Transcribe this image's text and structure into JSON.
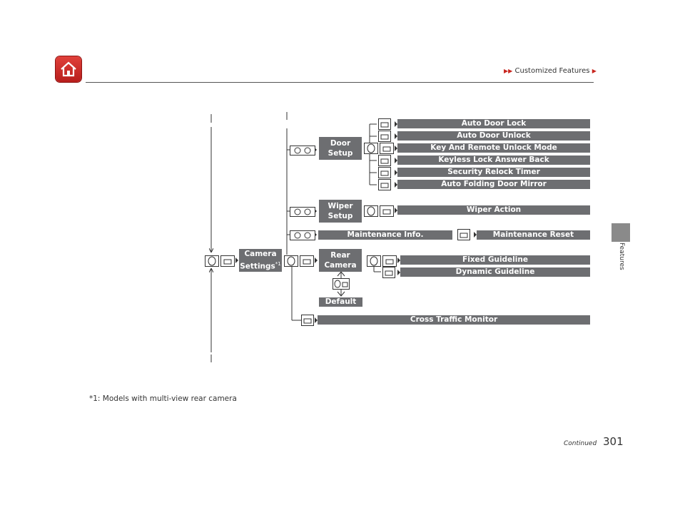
{
  "header": {
    "breadcrumb": "Customized Features"
  },
  "side_tab": "Features",
  "menu": {
    "camera_settings": "Camera Settings",
    "camera_settings_note": "*1",
    "door_setup": "Door\nSetup",
    "wiper_setup": "Wiper\nSetup",
    "maintenance_info": "Maintenance Info.",
    "rear_camera": "Rear\nCamera",
    "default": "Default",
    "door_items": [
      "Auto Door Lock",
      "Auto Door Unlock",
      "Key And Remote Unlock Mode",
      "Keyless Lock Answer Back",
      "Security Relock Timer",
      "Auto Folding Door Mirror"
    ],
    "wiper_action": "Wiper Action",
    "maintenance_reset": "Maintenance Reset",
    "fixed_guideline": "Fixed Guideline",
    "dynamic_guideline": "Dynamic Guideline",
    "cross_traffic_monitor": "Cross Traffic Monitor"
  },
  "footnote": "*1: Models with multi-view rear camera",
  "footer": {
    "continued": "Continued",
    "page_number": "301"
  },
  "colors": {
    "bar": "#6d6e71",
    "home_icon": "#c8261f"
  }
}
